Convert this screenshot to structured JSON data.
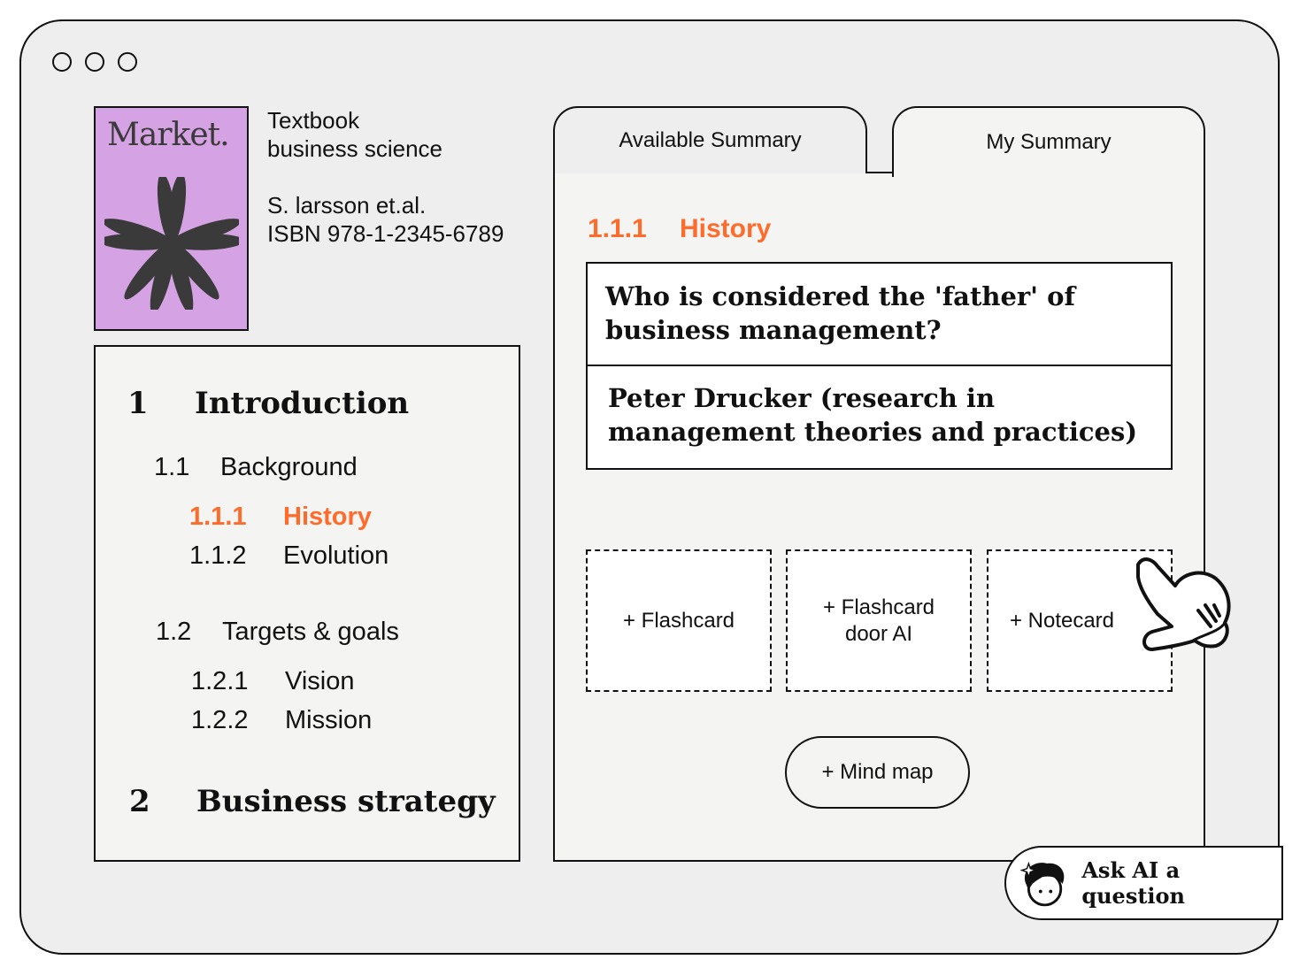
{
  "book": {
    "cover_title": "Market.",
    "type": "Textbook",
    "subject": "business science",
    "author": "S. larsson et.al.",
    "isbn": "ISBN 978-1-2345-6789"
  },
  "toc": [
    {
      "num": "1",
      "label": "Introduction"
    },
    {
      "num": "1.1",
      "label": "Background"
    },
    {
      "num": "1.1.1",
      "label": "History"
    },
    {
      "num": "1.1.2",
      "label": "Evolution"
    },
    {
      "num": "1.2",
      "label": "Targets & goals"
    },
    {
      "num": "1.2.1",
      "label": "Vision"
    },
    {
      "num": "1.2.2",
      "label": "Mission"
    },
    {
      "num": "2",
      "label": "Business strategy"
    }
  ],
  "tabs": [
    "Available Summary",
    "My Summary"
  ],
  "summary": {
    "section_num": "1.1.1",
    "section_title": "History",
    "question": "Who is considered the 'father' of business management?",
    "answer": "Peter Drucker (research in management theories and practices)"
  },
  "actions": [
    "+ Flashcard",
    "+ Flashcard door AI",
    "+ Notecard",
    "+ Mind map"
  ],
  "ask_ai": "Ask AI a question",
  "colors": {
    "accent": "#ff6b2b",
    "cover": "#d5a3e4"
  }
}
